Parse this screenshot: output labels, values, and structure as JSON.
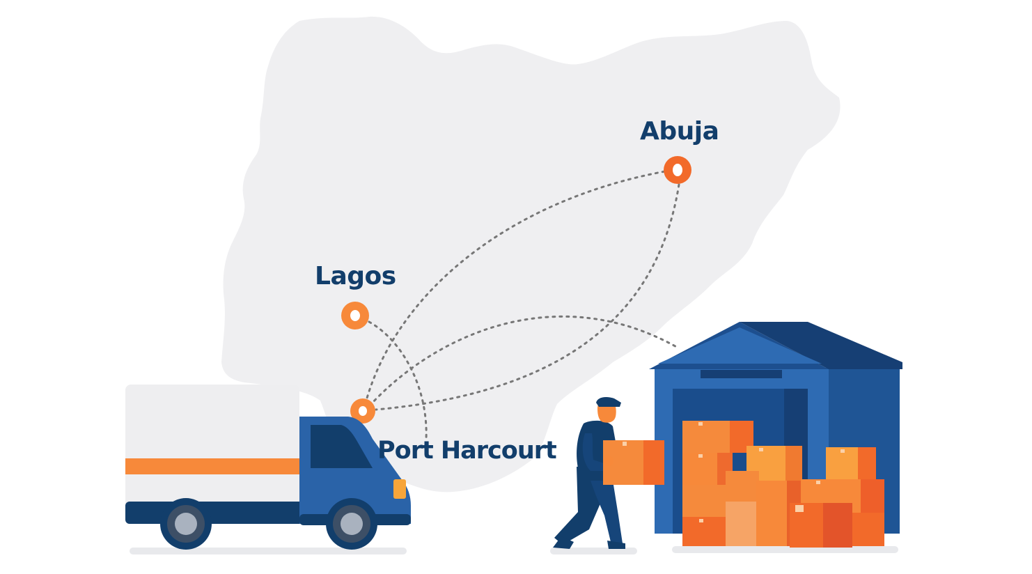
{
  "cities": {
    "abuja": "Abuja",
    "lagos": "Lagos",
    "port_harcourt": "Port Harcourt"
  },
  "colors": {
    "map_fill": "#efeff1",
    "label_navy": "#123e6b",
    "pin_orange": "#f26a2a",
    "route_dots": "#777777",
    "truck_blue": "#2a63a8",
    "truck_stripe": "#f7893a",
    "warehouse_blue": "#2e6bb3",
    "warehouse_roof": "#1d4f8f",
    "box_orange": "#f58a3c"
  },
  "icons": [
    "map-pin-icon",
    "delivery-truck-icon",
    "warehouse-icon",
    "courier-person-icon",
    "cardboard-box-icon"
  ]
}
